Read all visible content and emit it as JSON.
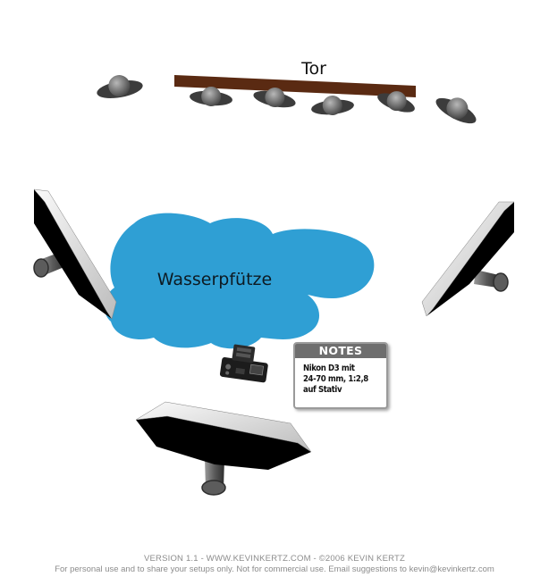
{
  "labels": {
    "goal": "Tor",
    "puddle": "Wasserpfütze"
  },
  "notes": {
    "title": "NOTES",
    "lines": [
      "Nikon D3 mit",
      "24-70 mm, 1:2,8",
      "auf Stativ"
    ]
  },
  "footer": {
    "line1": "VERSION 1.1   -   WWW.KEVINKERTZ.COM   -   ©2006 KEVIN KERTZ",
    "line2": "For personal use and to share your setups only. Not for commercial use.  Email suggestions to kevin@kevinkertz.com"
  },
  "colors": {
    "puddle": "#2f9fd4",
    "goal_bar": "#5a2a12",
    "softbox_frame": "#e8e8e8",
    "softbox_face": "#000000",
    "stand": "#6a6a6a",
    "person_head": "#7a7a7a"
  },
  "icons": [
    "person-icon",
    "camera-icon",
    "softbox-icon"
  ]
}
